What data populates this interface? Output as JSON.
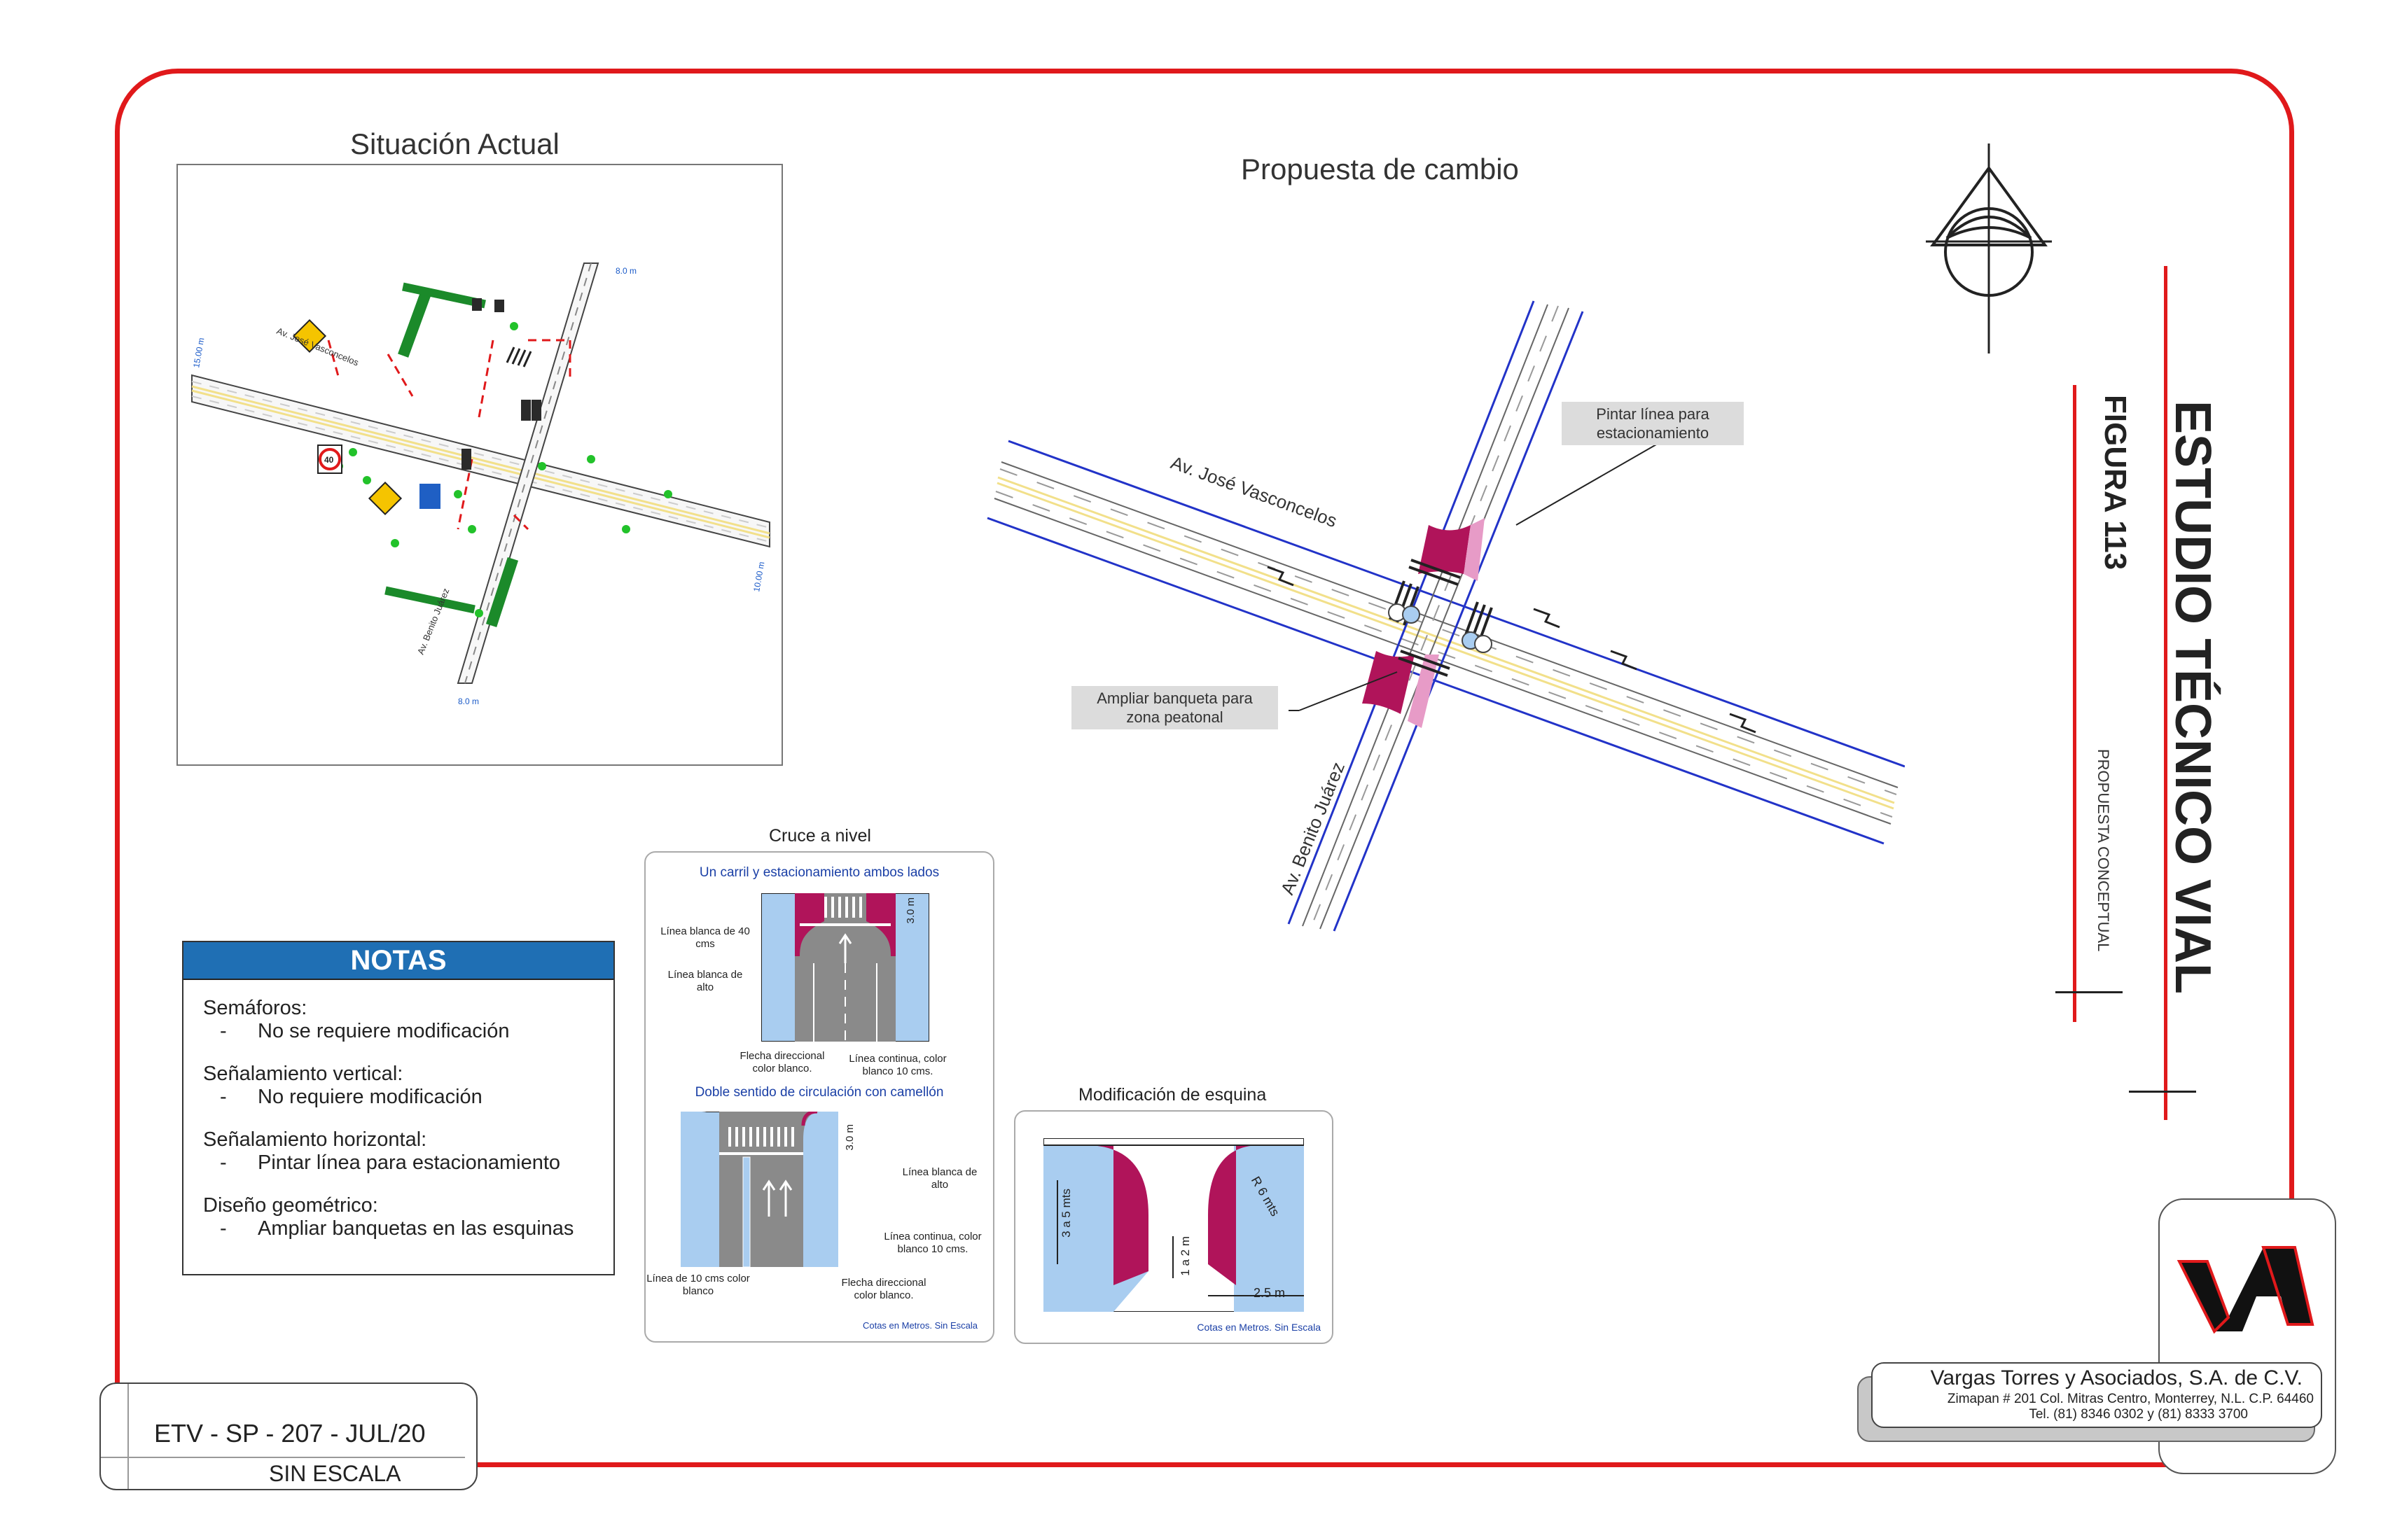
{
  "current": {
    "title": "Situación Actual",
    "street_1": "Av. José Vasconcelos",
    "street_2": "Av. Benito Juárez",
    "dim_8m": "8.0 m",
    "dim_15m": "15.00 m",
    "dim_10m": "10.00 m",
    "dim_8m_b": "8.0 m",
    "speed_limit": "40"
  },
  "proposal": {
    "title": "Propuesta de cambio",
    "street_1": "Av. José Vasconcelos",
    "street_2": "Av. Benito Juárez",
    "callout_parking": "Pintar línea para estacionamiento",
    "callout_sidewalk": "Ampliar banqueta para zona peatonal"
  },
  "notes": {
    "header": "NOTAS",
    "items": [
      {
        "category": "Semáforos:",
        "detail": "No se requiere modificación"
      },
      {
        "category": "Señalamiento vertical:",
        "detail": "No requiere modificación"
      },
      {
        "category": "Señalamiento horizontal:",
        "detail": "Pintar línea para estacionamiento"
      },
      {
        "category": "Diseño geométrico:",
        "detail": "Ampliar banquetas en las esquinas"
      }
    ],
    "dash": "-"
  },
  "crossing": {
    "title": "Cruce a nivel",
    "subtitle_1": "Un carril y estacionamiento ambos lados",
    "line_40": "Línea blanca de 40 cms",
    "stop_line": "Línea blanca de alto",
    "dim_3m": "3.0 m",
    "arrow": "Flecha direccional color blanco.",
    "continuous": "Línea continua, color blanco 10 cms.",
    "subtitle_2": "Doble sentido de circulación con camellón",
    "stop_line_2": "Línea blanca de alto",
    "continuous_2": "Línea continua, color blanco 10 cms.",
    "line_10": "Línea de 10 cms color blanco",
    "arrow_2": "Flecha direccional color blanco.",
    "dim_3m_b": "3.0 m",
    "footnote": "Cotas en Metros. Sin Escala"
  },
  "corner": {
    "title": "Modificación de esquina",
    "dim_3_5": "3 a 5 mts",
    "dim_1_2": "1 a 2 m",
    "dim_radius": "R 6 mts",
    "dim_25": "2.5 m",
    "footnote": "Cotas en Metros. Sin Escala"
  },
  "sidebar": {
    "title": "ESTUDIO TÉCNICO VIAL",
    "figure": "FIGURA 113",
    "subtitle": "PROPUESTA CONCEPTUAL"
  },
  "company": {
    "name": "Vargas Torres y Asociados, S.A. de C.V.",
    "address": "Zimapan # 201 Col. Mitras Centro, Monterrey, N.L. C.P. 64460",
    "phone": "Tel. (81) 8346 0302  y  (81) 8333 3700"
  },
  "stamp": {
    "code": "ETV - SP - 207 - JUL/20",
    "scale": "SIN ESCALA"
  },
  "colors": {
    "frame": "#e0191b",
    "road_edge_blue": "#2233c8",
    "sidewalk_magenta": "#b0145a",
    "lane_yellow": "#f2e08a",
    "notes_header": "#1f6fb4",
    "sidewalk_light_blue": "#a9cdf0"
  }
}
